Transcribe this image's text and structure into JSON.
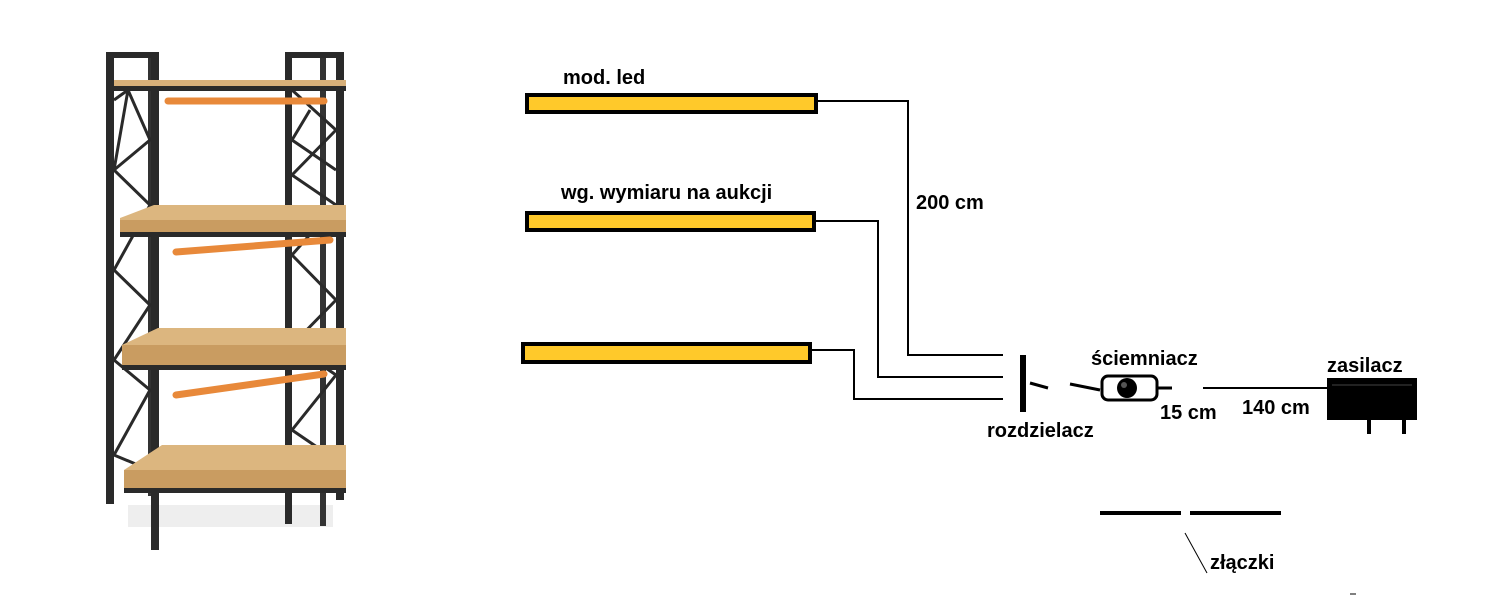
{
  "labels": {
    "led_module": "mod. led",
    "dimension_note": "wg. wymiaru na aukcji",
    "length_long": "200 cm",
    "dimmer": "ściemniacz",
    "splitter": "rozdzielacz",
    "length_short": "15 cm",
    "length_psu": "140 cm",
    "power_supply": "zasilacz",
    "connectors": "złączki"
  },
  "colors": {
    "led_strip": "#ffc92a",
    "led_accent": "#e8893a",
    "wood": "#d7b07a",
    "frame": "#2a2a2a",
    "line": "#000000"
  },
  "icons": {
    "shelf": "bookshelf-illustration",
    "dimmer": "dimmer-icon",
    "power_supply": "power-supply-icon"
  }
}
